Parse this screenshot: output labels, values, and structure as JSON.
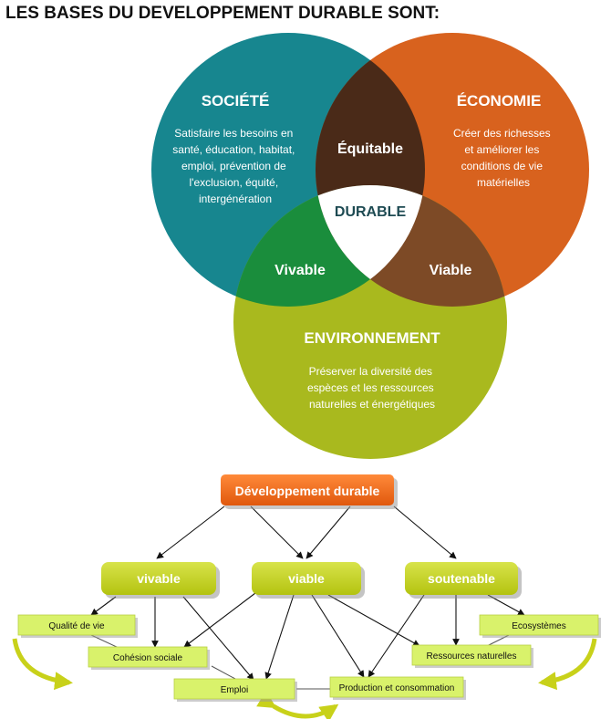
{
  "title": "LES BASES DU DEVELOPPEMENT DURABLE SONT:",
  "venn": {
    "societe": {
      "heading": "SOCIÉTÉ",
      "lines": [
        "Satisfaire les besoins en",
        "santé, éducation, habitat,",
        "emploi, prévention de",
        "l'exclusion, équité,",
        "intergénération"
      ],
      "color": "#17868f"
    },
    "economie": {
      "heading": "ÉCONOMIE",
      "lines": [
        "Créer des richesses",
        "et améliorer les",
        "conditions de vie",
        "matérielles"
      ],
      "color": "#d8621e"
    },
    "environnement": {
      "heading": "ENVIRONNEMENT",
      "lines": [
        "Préserver la diversité des",
        "espèces et les ressources",
        "naturelles et énergétiques"
      ],
      "color": "#a9b91e"
    },
    "equitable": {
      "label": "Équitable",
      "color": "#4a2a18"
    },
    "vivable": {
      "label": "Vivable",
      "color": "#1a8d3c"
    },
    "viable": {
      "label": "Viable",
      "color": "#7d4a26"
    },
    "durable": {
      "label": "DURABLE",
      "color": "#1d4a52"
    }
  },
  "flow": {
    "root": {
      "label": "Développement durable",
      "color": "#f26a1c"
    },
    "pillars": [
      {
        "id": "vivable",
        "label": "vivable"
      },
      {
        "id": "viable",
        "label": "viable"
      },
      {
        "id": "soutenable",
        "label": "soutenable"
      }
    ],
    "pillar_color": "#c4d21a",
    "items": [
      {
        "id": "qualite",
        "label": "Qualité de vie"
      },
      {
        "id": "cohesion",
        "label": "Cohésion sociale"
      },
      {
        "id": "emploi",
        "label": "Emploi"
      },
      {
        "id": "production",
        "label": "Production et consommation"
      },
      {
        "id": "ressources",
        "label": "Ressources naturelles"
      },
      {
        "id": "ecosystemes",
        "label": "Ecosystèmes"
      }
    ],
    "item_color": "#d9f26b"
  }
}
